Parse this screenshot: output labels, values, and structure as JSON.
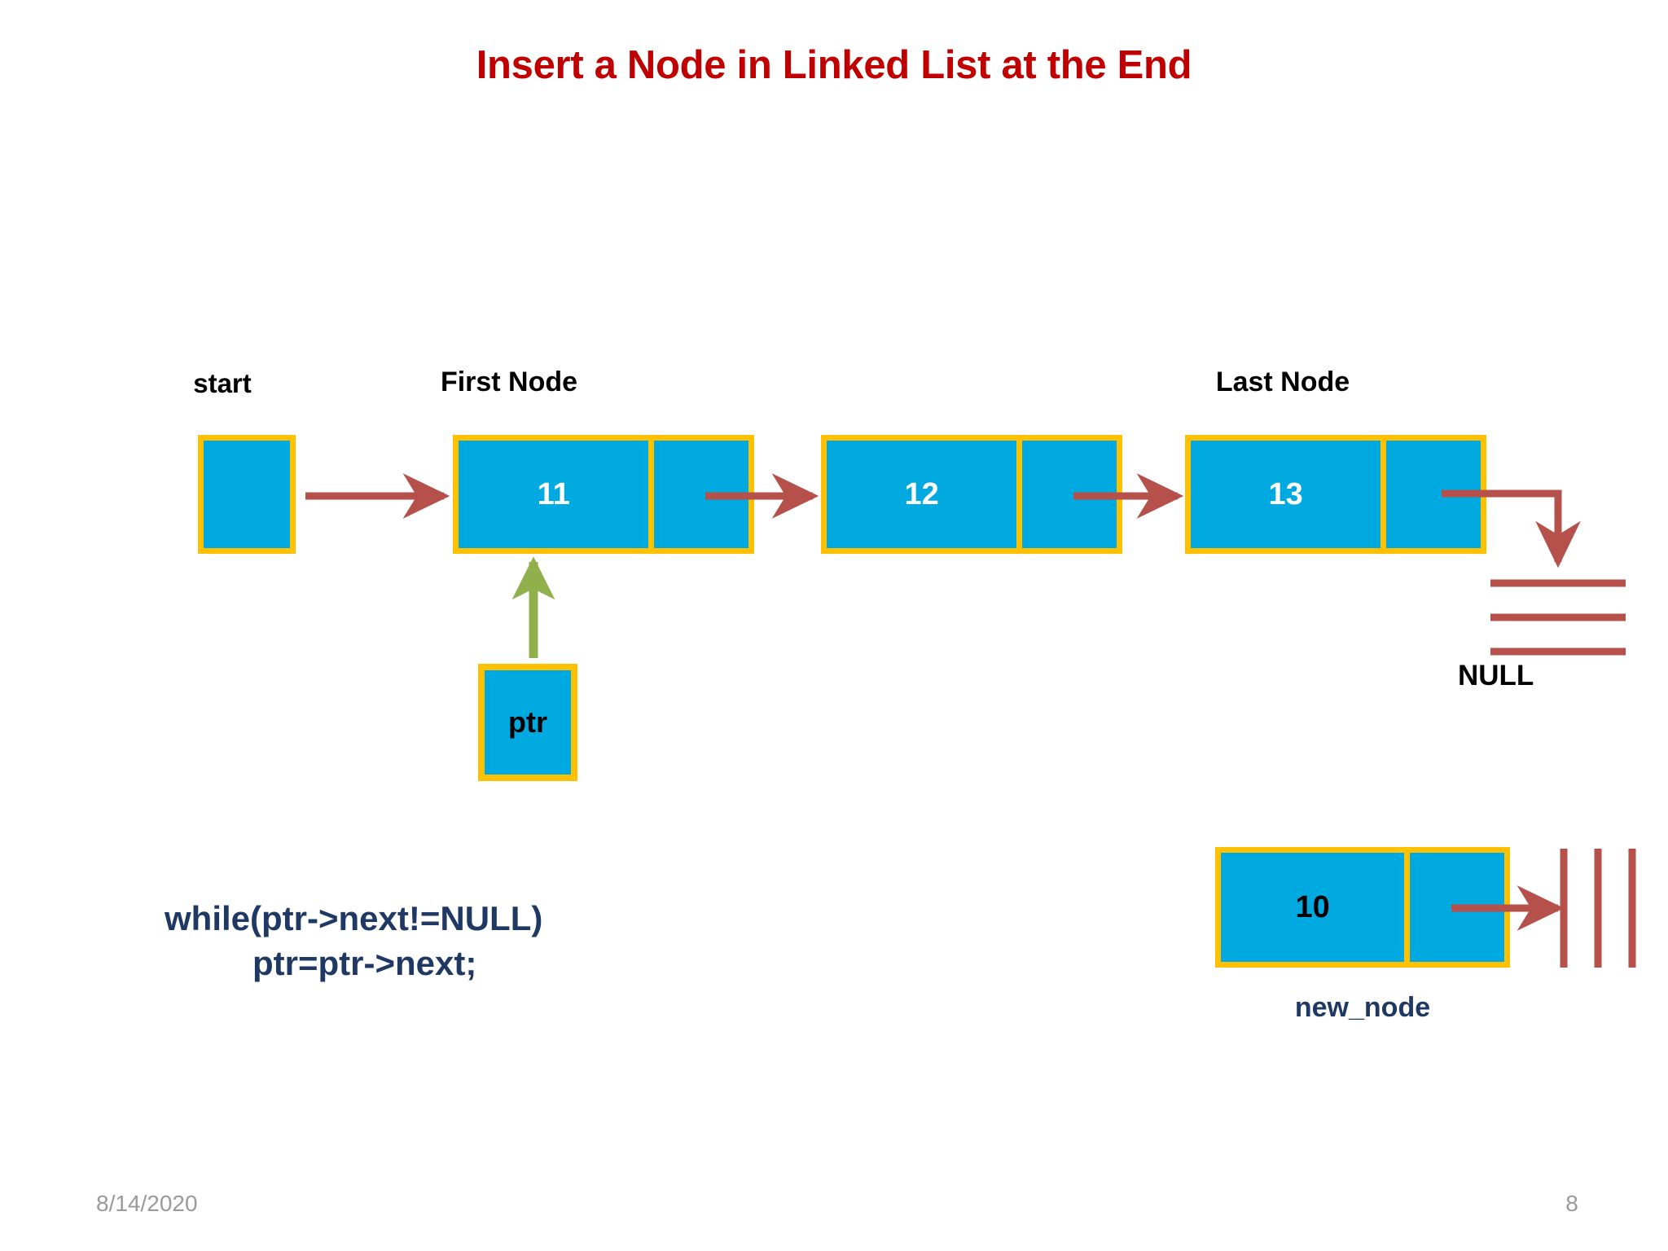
{
  "slide": {
    "title": "Insert a Node in Linked List at the End",
    "title_color": "#C00000",
    "background": "#FFFFFF"
  },
  "palette": {
    "node_fill": "#00A9E0",
    "node_border": "#FFC000",
    "arrow_red": "#B5504A",
    "arrow_green": "#90B04C",
    "code_navy": "#1F3864",
    "footer_gray": "#9A9A9A",
    "value_white": "#FFFFFF",
    "value_black": "#000000"
  },
  "labels": {
    "start": "start",
    "first_node": "First Node",
    "last_node": "Last Node",
    "null": "NULL",
    "new_node": "new_node",
    "ptr": "ptr"
  },
  "linked_list": {
    "nodes": [
      {
        "value": "11",
        "label": "First Node",
        "value_color": "#FFFFFF"
      },
      {
        "value": "12",
        "label": "",
        "value_color": "#FFFFFF"
      },
      {
        "value": "13",
        "label": "Last Node",
        "value_color": "#FFFFFF"
      }
    ],
    "start_box_value": "",
    "terminator": "NULL"
  },
  "new_node": {
    "value": "10",
    "label": "new_node",
    "value_color": "#000000",
    "terminator": "NULL"
  },
  "code": {
    "line1": "while(ptr->next!=NULL)",
    "line2": "ptr=ptr->next;"
  },
  "footer": {
    "date": "8/14/2020",
    "page_number": "8"
  }
}
